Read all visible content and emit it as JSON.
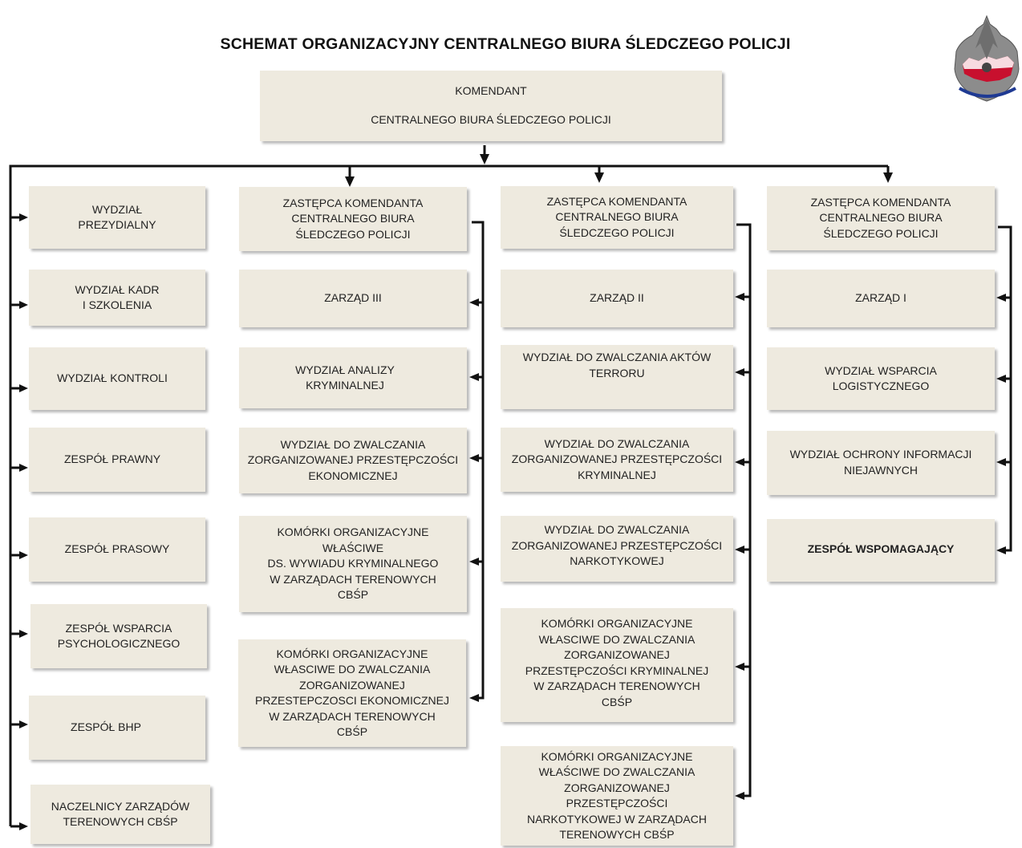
{
  "title": "SCHEMAT ORGANIZACYJNY CENTRALNEGO BIURA ŚLEDCZEGO POLICJI",
  "logo": {
    "icon": "police-cbsp-eagle-emblem",
    "colors": [
      "#c8102e",
      "#ffffff",
      "#7a7a7a",
      "#1f3a93"
    ]
  },
  "colors": {
    "box_fill": "#eeeadf",
    "line": "#111111"
  },
  "commander": {
    "line1": "KOMENDANT",
    "line2": "CENTRALNEGO BIURA ŚLEDCZEGO POLICJI"
  },
  "column1": [
    "WYDZIAŁ\nPREZYDIALNY",
    "WYDZIAŁ KADR\nI SZKOLENIA",
    "WYDZIAŁ KONTROLI",
    "ZESPÓŁ PRAWNY",
    "ZESPÓŁ PRASOWY",
    "ZESPÓŁ  WSPARCIA\nPSYCHOLOGICZNEGO",
    "ZESPÓŁ BHP",
    "NACZELNICY ZARZĄDÓW\nTERENOWYCH CBŚP"
  ],
  "column2": [
    "ZASTĘPCA KOMENDANTA\nCENTRALNEGO BIURA\nŚLEDCZEGO POLICJI",
    "ZARZĄD III",
    "WYDZIAŁ ANALIZY\nKRYMINALNEJ",
    "WYDZIAŁ DO ZWALCZANIA\nZORGANIZOWANEJ PRZESTĘPCZOŚCI\nEKONOMICZNEJ",
    "KOMÓRKI ORGANIZACYJNE\nWŁAŚCIWE\nDS. WYWIADU KRYMINALNEGO\nW ZARZĄDACH TERENOWYCH\nCBŚP",
    "KOMÓRKI ORGANIZACYJNE\nWŁASCIWE  DO ZWALCZANIA\nZORGANIZOWANEJ\nPRZESTEPCZOSCI EKONOMICZNEJ\nW  ZARZĄDACH TERENOWYCH\nCBŚP"
  ],
  "column3": [
    "ZASTĘPCA KOMENDANTA\nCENTRALNEGO BIURA\nŚLEDCZEGO POLICJI",
    "ZARZĄD II",
    "WYDZIAŁ DO ZWALCZANIA  AKTÓW\nTERRORU",
    "WYDZIAŁ DO ZWALCZANIA\nZORGANIZOWANEJ PRZESTĘPCZOŚCI\nKRYMINALNEJ",
    "WYDZIAŁ DO ZWALCZANIA\nZORGANIZOWANEJ PRZESTĘPCZOŚCI\nNARKOTYKOWEJ",
    "KOMÓRKI ORGANIZACYJNE\nWŁASCIWE DO ZWALCZANIA\nZORGANIZOWANEJ\nPRZESTĘPCZOŚCI KRYMINALNEJ\nW ZARZĄDACH TERENOWYCH\nCBŚP",
    "KOMÓRKI ORGANIZACYJNE\nWŁAŚCIWE DO ZWALCZANIA\nZORGANIZOWANEJ\nPRZESTĘPCZOŚCI\nNARKOTYKOWEJ W ZARZĄDACH\nTERENOWYCH CBŚP"
  ],
  "column4": [
    "ZASTĘPCA KOMENDANTA\nCENTRALNEGO BIURA\nŚLEDCZEGO POLICJI",
    "ZARZĄD I",
    "WYDZIAŁ WSPARCIA\nLOGISTYCZNEGO",
    "WYDZIAŁ OCHRONY INFORMACJI\nNIEJAWNYCH",
    "ZESPÓŁ WSPOMAGAJĄCY"
  ]
}
